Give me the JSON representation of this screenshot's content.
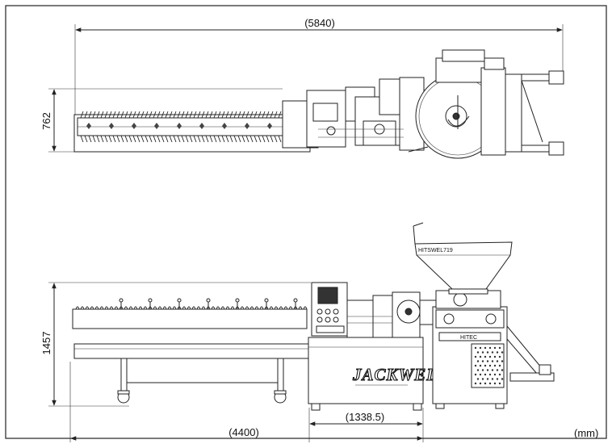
{
  "dimensions": {
    "top_total_length": "(5840)",
    "top_width": "762",
    "side_height": "1457",
    "side_conveyor_length": "(4400)",
    "side_base_length": "(1338.5)",
    "units": "(mm)"
  },
  "labels": {
    "brand": "JACKWEL",
    "hopper_plate": "HITSWEL719",
    "filler_badge": "HITEC"
  },
  "colors": {
    "line": "#222222",
    "background": "#ffffff"
  }
}
